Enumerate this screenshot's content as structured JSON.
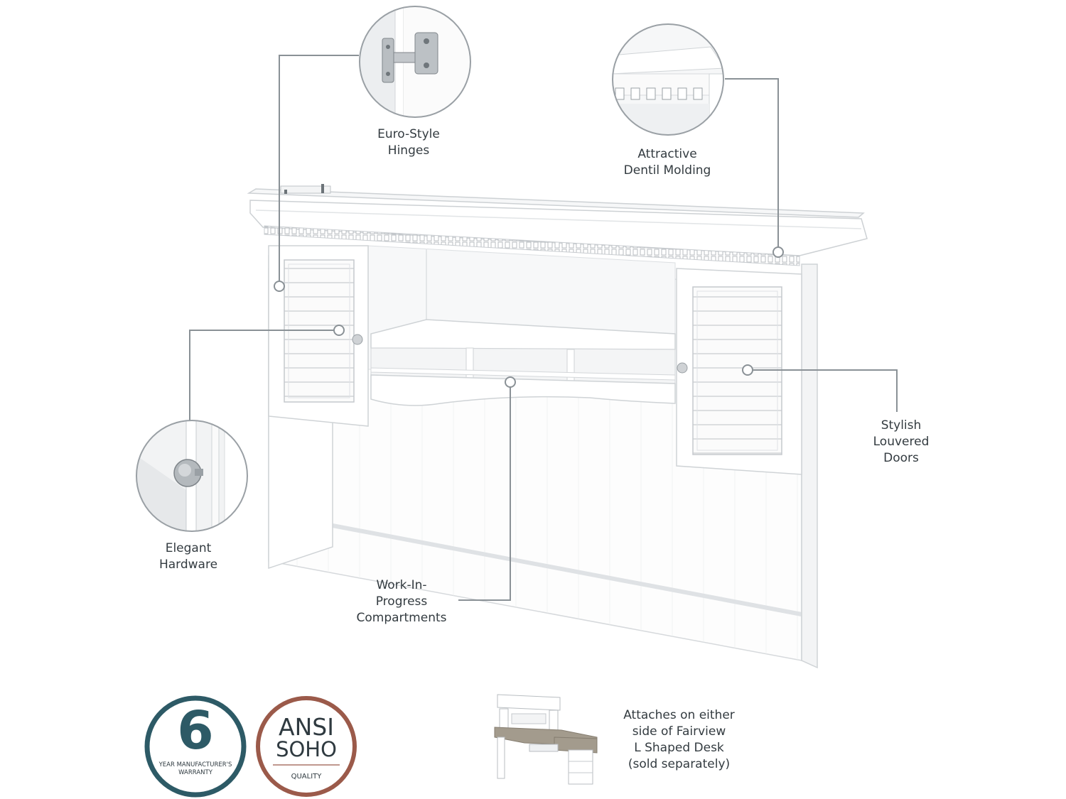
{
  "callouts": {
    "hinges": "Euro-Style\nHinges",
    "dentil": "Attractive\nDentil Molding",
    "louvered": "Stylish\nLouvered\nDoors",
    "hardware": "Elegant\nHardware",
    "wip": "Work-In-\nProgress\nCompartments",
    "attach": "Attaches on either\nside of Fairview\nL Shaped Desk\n(sold separately)"
  },
  "warranty_badge": {
    "number": "6",
    "text": "YEAR MANUFACTURER'S\nWARRANTY",
    "color": "#2d5a66"
  },
  "ansi_badge": {
    "line1": "ANSI",
    "line2": "SOHO",
    "quality": "QUALITY",
    "color": "#9b5a4a"
  },
  "colors": {
    "callout_line": "#8a9196",
    "furniture": "#ffffff",
    "outline": "#c9cdd0"
  }
}
